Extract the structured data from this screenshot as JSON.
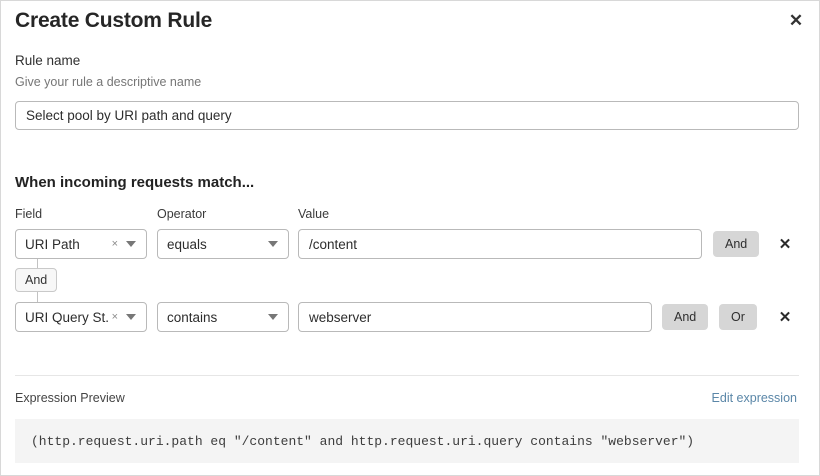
{
  "dialog": {
    "title": "Create Custom Rule",
    "close_icon": "close-icon"
  },
  "rule_name": {
    "label": "Rule name",
    "hint": "Give your rule a descriptive name",
    "value": "Select pool by URI path and query",
    "placeholder": "Select pool by URI path and query"
  },
  "match_section": {
    "heading": "When incoming requests match...",
    "columns": {
      "field": "Field",
      "operator": "Operator",
      "value": "Value"
    },
    "connector_label": "And",
    "rows": [
      {
        "field": "URI Path",
        "clear_icon": "×",
        "operator": "equals",
        "value": "/content",
        "buttons": [
          "And"
        ],
        "delete_icon": "✕"
      },
      {
        "field": "URI Query St...",
        "clear_icon": "×",
        "operator": "contains",
        "value": "webserver",
        "buttons": [
          "And",
          "Or"
        ],
        "delete_icon": "✕"
      }
    ]
  },
  "expression": {
    "label": "Expression Preview",
    "edit_link": "Edit expression",
    "text": "(http.request.uri.path eq \"/content\" and http.request.uri.query contains \"webserver\")"
  },
  "colors": {
    "accent_link": "#5b87a8",
    "button_grey": "#d6d6d6",
    "expr_background": "#f4f4f4"
  }
}
